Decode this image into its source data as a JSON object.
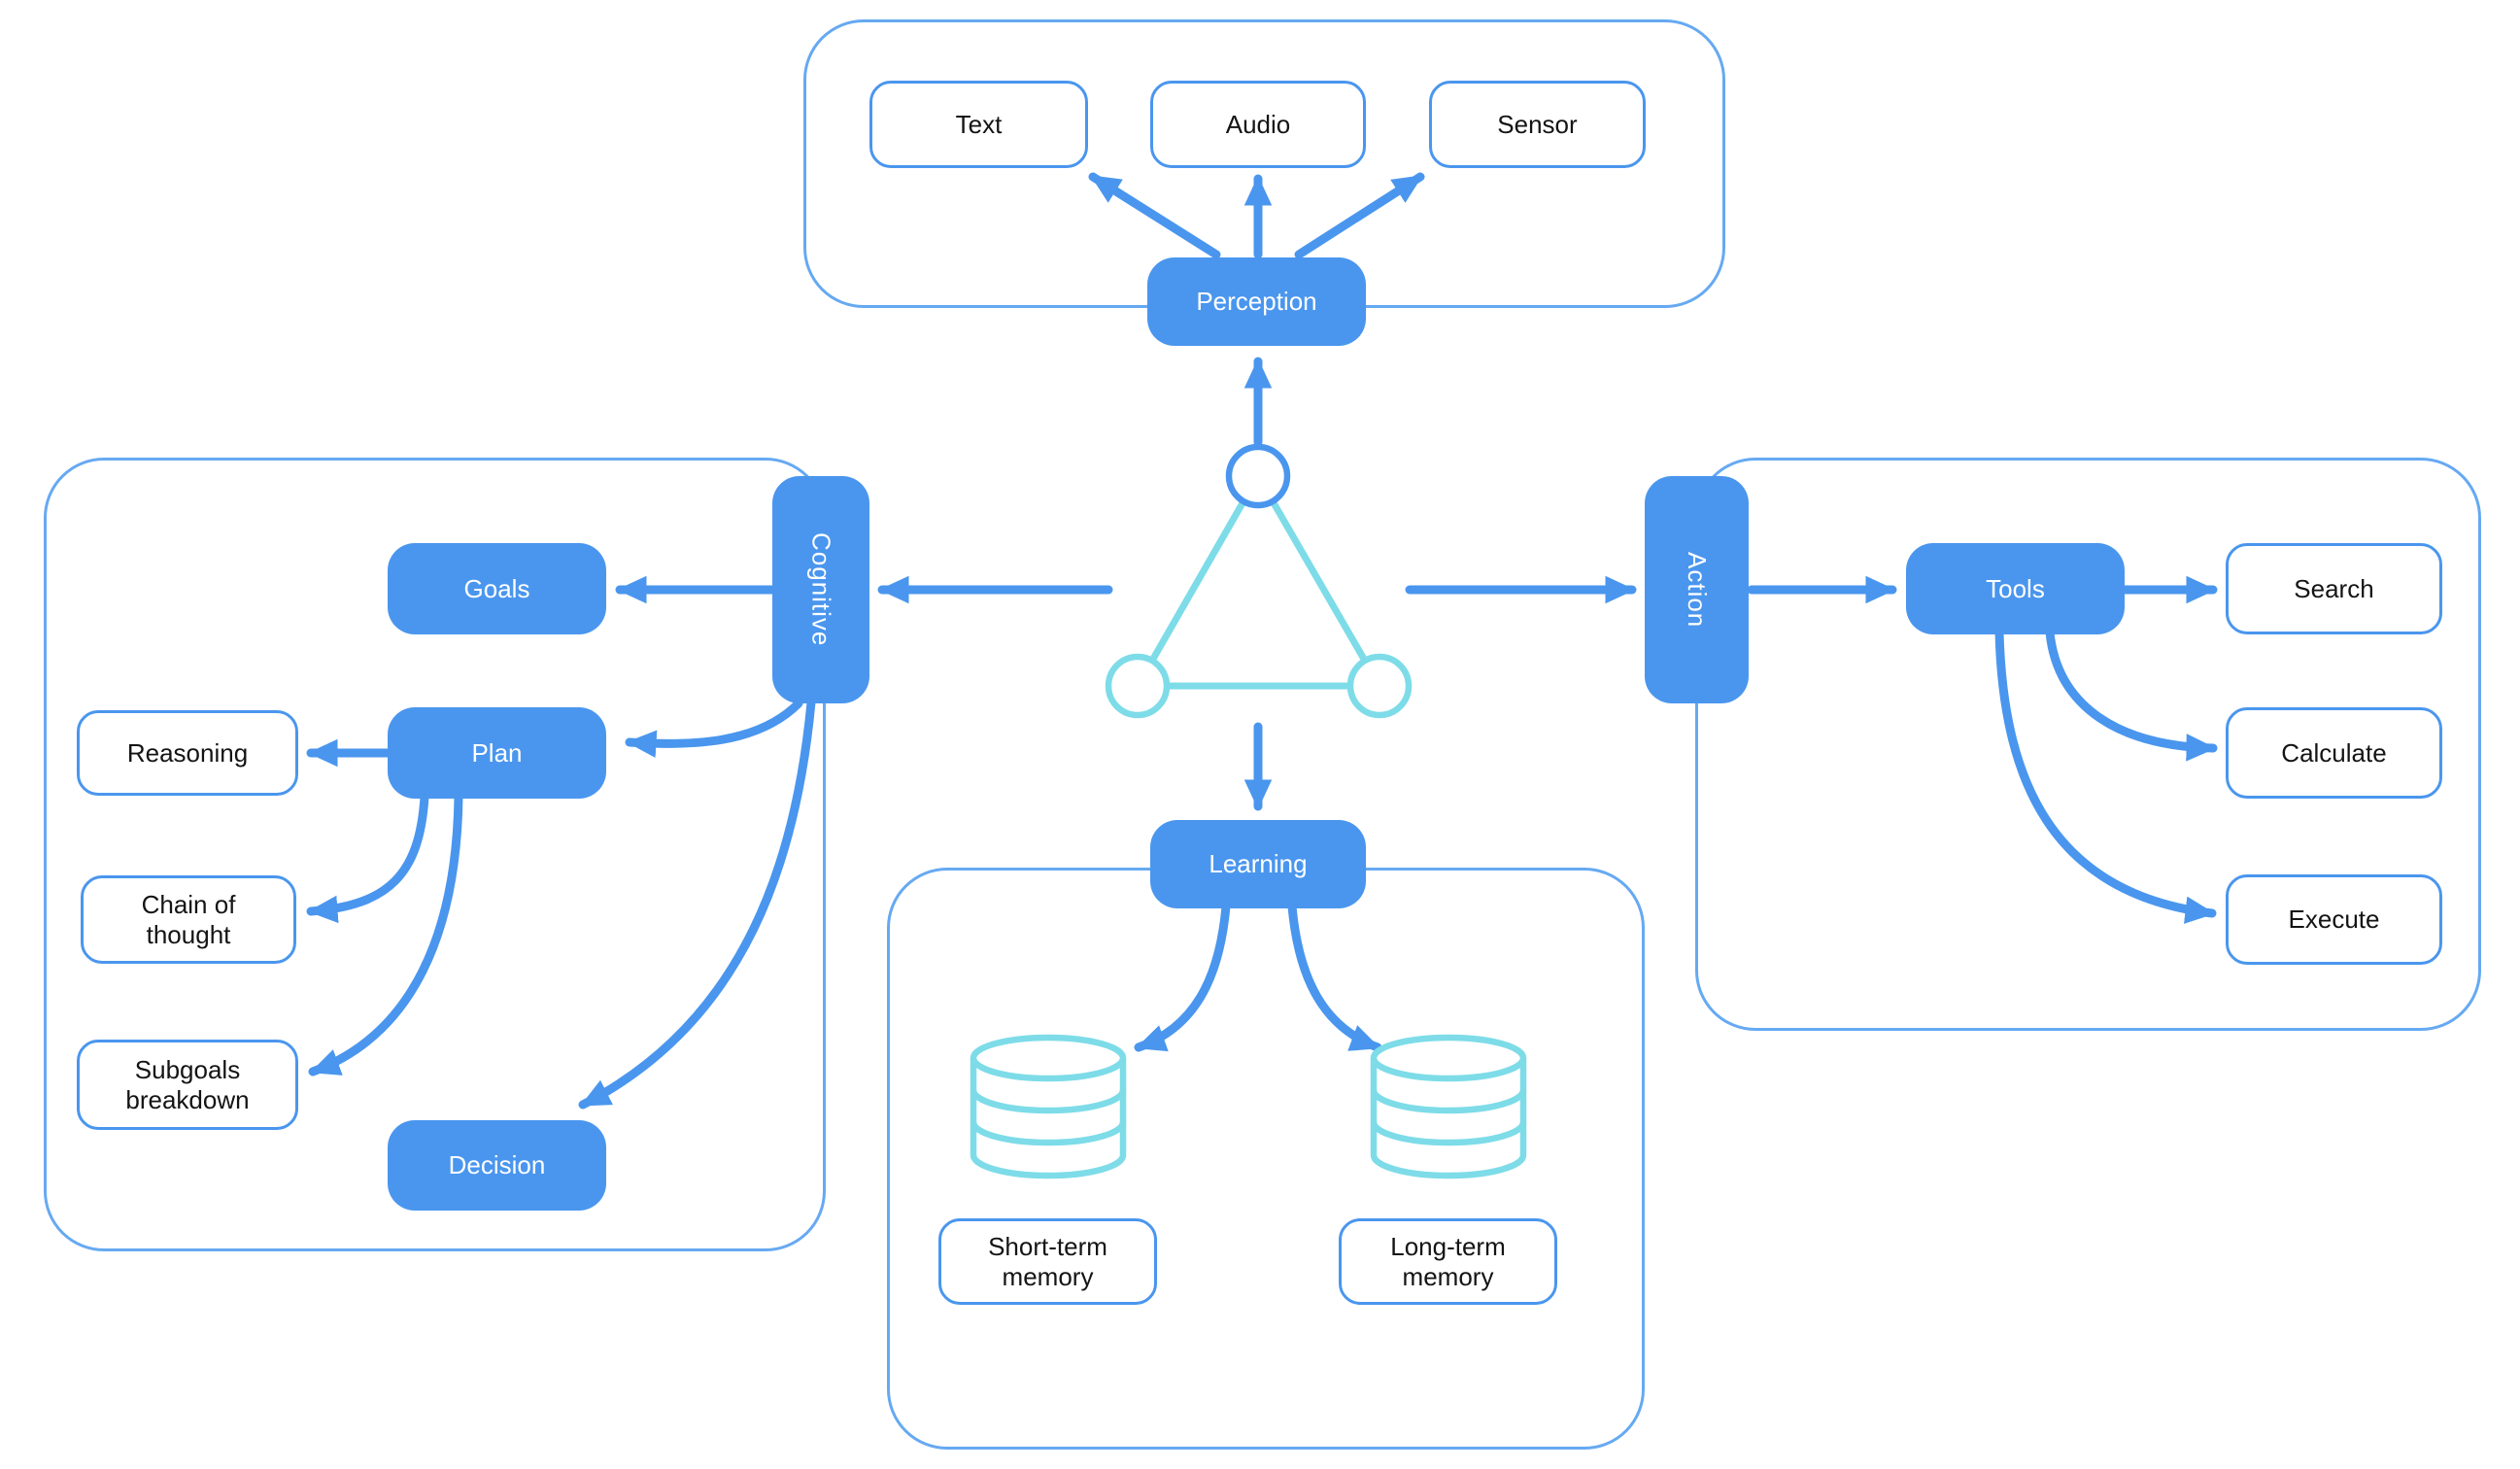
{
  "title": "AI agent architecture diagram",
  "colors": {
    "primary_blue": "#4a96ee",
    "accent_cyan": "#7ddce8",
    "container_border": "#66a9f2"
  },
  "center": {
    "icon": "agent-core-triangle"
  },
  "groups": {
    "perception": {
      "hub": "Perception",
      "inputs": {
        "text": "Text",
        "audio": "Audio",
        "sensor": "Sensor"
      }
    },
    "cognitive": {
      "tab": "Cognitive",
      "nodes": {
        "goals": "Goals",
        "plan": "Plan",
        "reasoning": "Reasoning",
        "chain_of_thought": "Chain of thought",
        "subgoals_breakdown": "Subgoals breakdown",
        "decision": "Decision"
      }
    },
    "action": {
      "tab": "Action",
      "nodes": {
        "tools": "Tools",
        "search": "Search",
        "calculate": "Calculate",
        "execute": "Execute"
      }
    },
    "learning": {
      "hub": "Learning",
      "stores": {
        "short_term": "Short-term memory",
        "long_term": "Long-term memory"
      }
    }
  }
}
